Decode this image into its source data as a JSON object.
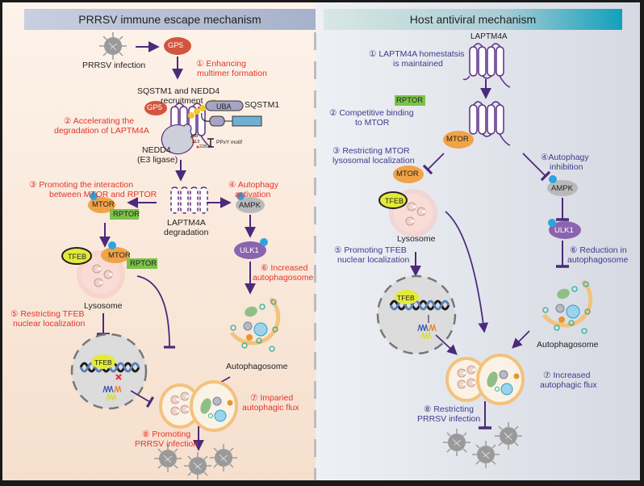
{
  "left_panel": {
    "title": "PRRSV immune escape mechanism",
    "labels": {
      "prrsv_infection": "PRRSV infection",
      "gp5": "GP5",
      "sqstm1_nedd4_line1": "SQSTM1 and NEDD4",
      "sqstm1_nedd4_line2": "recruitment",
      "uba": "UBA",
      "sqstm1": "SQSTM1",
      "ub": "Ub",
      "nedd4_line1": "NEDD4",
      "nedd4_line2": "(E3 ligase)",
      "res_208": "208",
      "res_213": "213",
      "res_228": "228",
      "ppxy_motif": "PPxY motif",
      "laptm4a_degradation_line1": "LAPTM4A",
      "laptm4a_degradation_line2": "degradation",
      "mtor": "MTOR",
      "rptor": "RPTOR",
      "ampk": "AMPK",
      "ulk1": "ULK1",
      "tfeb": "TFEB",
      "lysosome": "Lysosome",
      "autophagosome": "Autophagosome",
      "p": "P"
    },
    "steps": [
      {
        "num": "①",
        "line1": "Enhancing",
        "line2": "multimer formation"
      },
      {
        "num": "②",
        "line1": "Accelerating the",
        "line2": "degradation of LAPTM4A"
      },
      {
        "num": "③",
        "line1": "Promoting the interaction",
        "line2": "between MTOR and RPTOR"
      },
      {
        "num": "④",
        "line1": "Autophagy",
        "line2": "activation"
      },
      {
        "num": "⑤",
        "line1": "Restricting TFEB",
        "line2": "nuclear localization"
      },
      {
        "num": "⑥",
        "line1": "Increased",
        "line2": "autophagosome"
      },
      {
        "num": "⑦",
        "line1": "Imparied",
        "line2": "autophagic flux"
      },
      {
        "num": "⑧",
        "line1": "Promoting",
        "line2": "PRRSV infection"
      }
    ]
  },
  "right_panel": {
    "title": "Host antiviral mechanism",
    "labels": {
      "laptm4a": "LAPTM4A",
      "rptor": "RPTOR",
      "mtor": "MTOR",
      "ampk": "AMPK",
      "ulk1": "ULK1",
      "tfeb": "TFEB",
      "lysosome": "Lysosome",
      "autophagosome": "Autophagosome",
      "p": "P"
    },
    "steps": [
      {
        "num": "①",
        "line1": "LAPTM4A homestatsis",
        "line2": "is maintained"
      },
      {
        "num": "②",
        "line1": "Competitive binding",
        "line2": "to MTOR"
      },
      {
        "num": "③",
        "line1": "Restricting MTOR",
        "line2": "lysosomal localization"
      },
      {
        "num": "④",
        "line1": "Autophagy",
        "line2": "inhibition"
      },
      {
        "num": "⑤",
        "line1": "Promoting TFEB",
        "line2": "nuclear localization"
      },
      {
        "num": "⑥",
        "line1": "Reduction in",
        "line2": "autophagosome"
      },
      {
        "num": "⑦",
        "line1": "Increased",
        "line2": "autophagic flux"
      },
      {
        "num": "⑧",
        "line1": "Restricting",
        "line2": "PRRSV infection"
      }
    ]
  },
  "colors": {
    "left_step_text": "#e2342b",
    "right_step_text": "#3c3b8c",
    "arrow": "#4b2a7b",
    "gp5": "#d2553e",
    "mtor": "#f0a347",
    "rptor": "#7cc24a",
    "ampk": "#b9b9b9",
    "ulk1": "#8a64ae",
    "tfeb": "#e2ea3a",
    "phospho": "#2aa5df",
    "ubiquitin": "#f3c531",
    "lysosome": "#f6c9c3",
    "autophagosome_membrane": "#f3c27c"
  }
}
